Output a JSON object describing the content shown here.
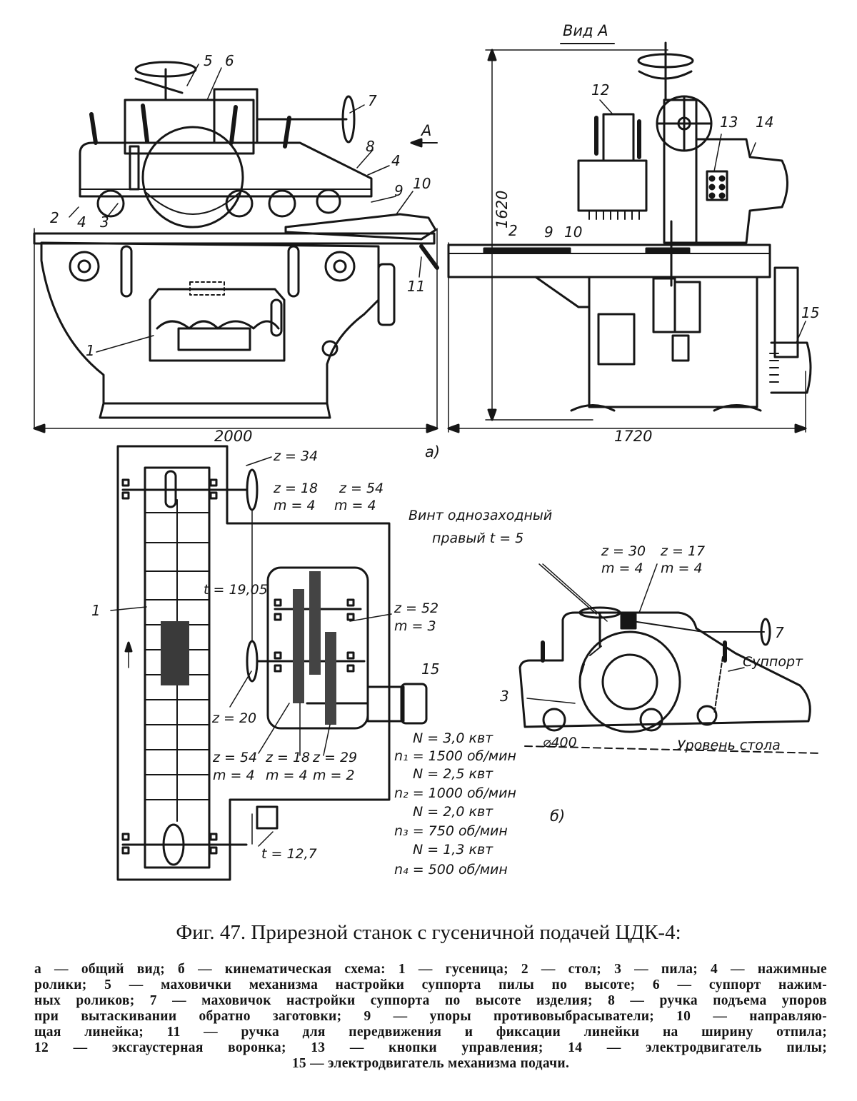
{
  "view_a_title": "Вид А",
  "arrow_a_label": "A",
  "subfig_a": "а)",
  "subfig_b": "б)",
  "parts_a": {
    "p1": "1",
    "p2": "2",
    "p3": "3",
    "p4a": "4",
    "p4b": "4",
    "p5": "5",
    "p6": "6",
    "p7": "7",
    "p8": "8",
    "p9": "9",
    "p10": "10",
    "p11": "11"
  },
  "parts_view_a": {
    "p2": "2",
    "p9": "9",
    "p10": "10",
    "p12": "12",
    "p13": "13",
    "p14": "14",
    "p15": "15"
  },
  "dimensions": {
    "length": "2000",
    "width": "1720",
    "height": "1620"
  },
  "kinematic": {
    "z34": "z = 34",
    "z18a": "z = 18",
    "m4a": "m = 4",
    "z54a": "z = 54",
    "m4b": "m = 4",
    "screw_line1": "Винт однозаходный",
    "screw_line2": "правый  t = 5",
    "z52": "z = 52",
    "m3": "m = 3",
    "t1905": "t = 19,05",
    "z20": "z = 20",
    "z54b": "z = 54",
    "m4c": "m = 4",
    "z18b": "z = 18",
    "m4d": "m = 4",
    "z29": "z = 29",
    "m2": "m = 2",
    "t127": "t = 12,7",
    "p1": "1",
    "p15": "15",
    "z30": "z = 30",
    "m4e": "m = 4",
    "z17": "z = 17",
    "m4f": "m = 4",
    "p3": "3",
    "p7": "7",
    "support": "Суппорт",
    "diam": "⌀400",
    "table_level": "Уровень стола"
  },
  "motor_specs": [
    "N = 3,0 квт",
    "n₁ = 1500 об/мин",
    "N = 2,5 квт",
    "n₂ = 1000 об/мин",
    "N = 2,0 квт",
    "n₃ = 750 об/мин",
    "N = 1,3 квт",
    "n₄ = 500 об/мин"
  ],
  "caption": "Фиг. 47. Прирезной станок с гусеничной подачей ЦДК-4:",
  "legend_lines": [
    "а — общий вид; б — кинематическая схема: 1 — гусеница; 2 — стол; 3 — пила; 4 — нажимные",
    "ролики; 5 — маховички механизма настройки суппорта пилы по высоте; 6 — суппорт нажим-",
    "ных роликов; 7 — маховичок настройки суппорта по высоте изделия; 8 — ручка подъема упоров",
    "при вытаскивании обратно заготовки; 9 — упоры противовыбрасыватели; 10 — направляю-",
    "щая линейка; 11 — ручка для передвижения и фиксации линейки на ширину отпила;",
    "12 — эксгаустерная воронка; 13 — кнопки управления; 14 — электродвигатель пилы;",
    "15 — электродвигатель механизма подачи."
  ]
}
